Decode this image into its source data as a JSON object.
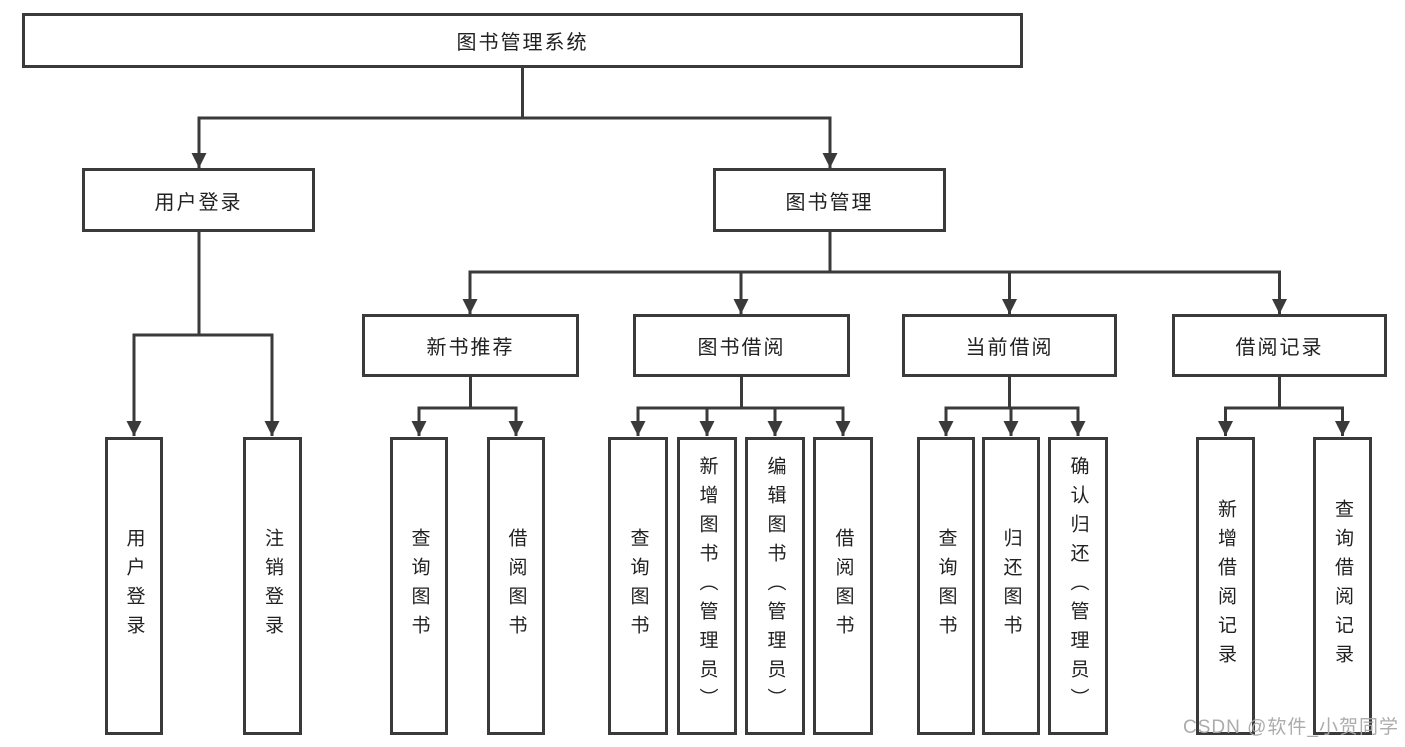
{
  "colors": {
    "line": "#3a3a3a",
    "border": "#3a3a3a",
    "text": "#212121",
    "background": "#ffffff",
    "watermark": "#a8a8a8"
  },
  "tree": {
    "label": "图书管理系统",
    "children": [
      {
        "label": "用户登录",
        "children": [
          {
            "label": "用户登录"
          },
          {
            "label": "注销登录"
          }
        ]
      },
      {
        "label": "图书管理",
        "children": [
          {
            "label": "新书推荐",
            "children": [
              {
                "label": "查询图书"
              },
              {
                "label": "借阅图书"
              }
            ]
          },
          {
            "label": "图书借阅",
            "children": [
              {
                "label": "查询图书"
              },
              {
                "label": "新增图书（管理员）"
              },
              {
                "label": "编辑图书（管理员）"
              },
              {
                "label": "借阅图书"
              }
            ]
          },
          {
            "label": "当前借阅",
            "children": [
              {
                "label": "查询图书"
              },
              {
                "label": "归还图书"
              },
              {
                "label": "确认归还（管理员）"
              }
            ]
          },
          {
            "label": "借阅记录",
            "children": [
              {
                "label": "新增借阅记录"
              },
              {
                "label": "查询借阅记录"
              }
            ]
          }
        ]
      }
    ]
  },
  "watermark": {
    "text": "CSDN @软件_小贺同学"
  }
}
